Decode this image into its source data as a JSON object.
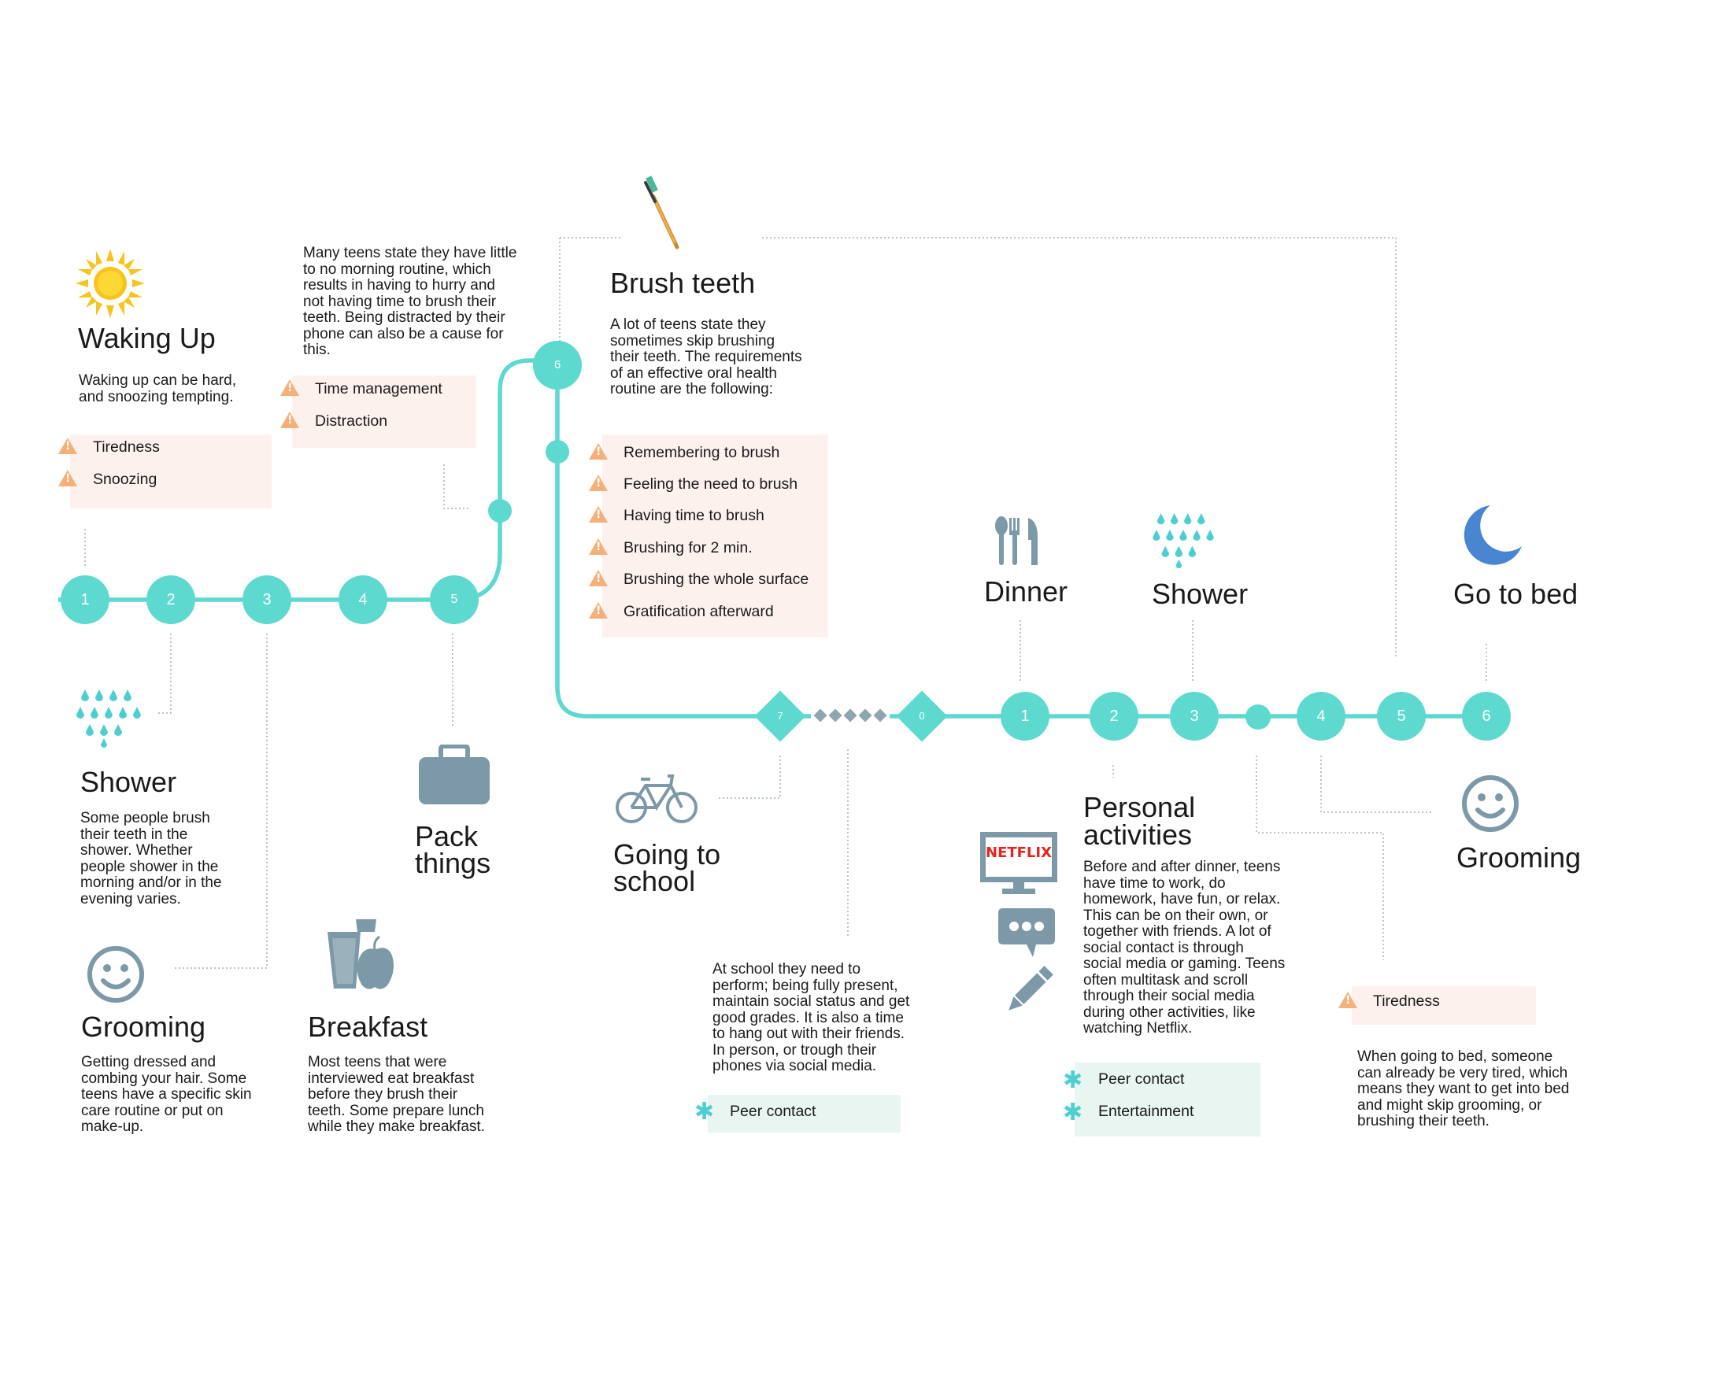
{
  "colors": {
    "line": "#5dd9d0",
    "text": "#1a1a1a",
    "icon_grey": "#7d98a7",
    "warn_bg": "#fdf1ee",
    "warn_icon": "#f5b07a",
    "pos_bg": "#e8f5f1",
    "pos_icon": "#4dcfd0",
    "connector": "#9fb0b8",
    "sun": "#f7c31c",
    "moon": "#4a86cf",
    "netflix_red": "#e0261f"
  },
  "nodes": {
    "n1": "1",
    "n2": "2",
    "n3": "3",
    "n4": "4",
    "n5": "5",
    "n6": "6",
    "d7": "7",
    "d0": "0",
    "e1": "1",
    "e2": "2",
    "e3": "3",
    "e4": "4",
    "e5": "5",
    "e6": "6"
  },
  "steps": {
    "waking_up": {
      "icon": "sun-icon",
      "title": "Waking Up",
      "desc": "Waking up can be hard,\nand snoozing tempting.",
      "issues": [
        "Tiredness",
        "Snoozing"
      ]
    },
    "hurry": {
      "desc": "Many teens state they have little\nto no morning routine, which\nresults in having to hurry and\nnot having time to brush their\nteeth. Being distracted by their\nphone can also be a cause for\nthis.",
      "issues": [
        "Time management",
        "Distraction"
      ]
    },
    "brush_teeth": {
      "icon": "toothbrush-icon",
      "title": "Brush teeth",
      "desc": "A lot of teens state they\nsometimes skip brushing\ntheir teeth. The requirements\nof an effective oral health\nroutine are the following:",
      "issues": [
        "Remembering to brush",
        "Feeling the need to brush",
        "Having time to brush",
        "Brushing for 2 min.",
        "Brushing the whole surface",
        "Gratification afterward"
      ]
    },
    "shower_morning": {
      "icon": "water-drops-icon",
      "title": "Shower",
      "desc": "Some people brush\ntheir teeth in the\nshower. Whether\npeople shower in the\nmorning and/or in the\nevening varies."
    },
    "grooming_morning": {
      "icon": "smiley-icon",
      "title": "Grooming",
      "desc": "Getting dressed and\ncombing your hair. Some\nteens have a specific skin\ncare routine or put on\nmake-up."
    },
    "pack_things": {
      "icon": "briefcase-icon",
      "title": "Pack\nthings"
    },
    "breakfast": {
      "icon": "breakfast-icon",
      "title": "Breakfast",
      "desc": "Most teens that were\ninterviewed eat breakfast\nbefore they brush their\nteeth. Some prepare lunch\nwhile they make breakfast."
    },
    "going_to_school": {
      "icon": "bicycle-icon",
      "title": "Going to\nschool"
    },
    "school": {
      "desc": "At school they need to\nperform; being fully present,\nmaintain social status and get\ngood grades. It is also a time\nto hang out with their friends.\nIn person, or trough their\nphones via social media.",
      "positives": [
        "Peer contact"
      ]
    },
    "dinner": {
      "icon": "cutlery-icon",
      "title": "Dinner"
    },
    "shower_evening": {
      "icon": "water-drops-icon",
      "title": "Shower"
    },
    "go_to_bed": {
      "icon": "moon-icon",
      "title": "Go to bed"
    },
    "personal_activities": {
      "icons": [
        "tv-icon",
        "chat-bubble-icon",
        "pencil-icon"
      ],
      "tv_text": "NETFLIX",
      "title": "Personal\nactivities",
      "desc": "Before and after dinner, teens\nhave time to work, do\nhomework, have fun, or relax.\nThis can be on their own, or\ntogether with friends. A lot of\nsocial contact is through\nsocial media or gaming. Teens\noften multitask and scroll\nthrough their social media\nduring other activities, like\nwatching Netflix.",
      "positives": [
        "Peer contact",
        "Entertainment"
      ]
    },
    "grooming_evening": {
      "icon": "smiley-icon",
      "title": "Grooming"
    },
    "bedtime_tired": {
      "desc": "When going to bed, someone\ncan already be very tired, which\nmeans they want to get into bed\nand might skip grooming, or\nbrushing their teeth.",
      "issues": [
        "Tiredness"
      ]
    }
  }
}
